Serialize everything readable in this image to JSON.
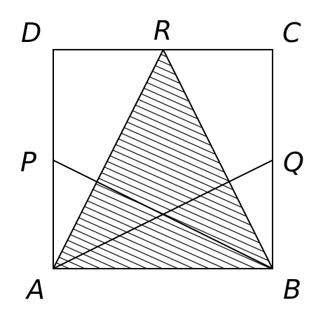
{
  "figure": {
    "labels": {
      "D": "D",
      "R": "R",
      "C": "C",
      "P": "P",
      "Q": "Q",
      "A": "A",
      "B": "B"
    },
    "colors": {
      "line": "#000000",
      "hatch": "#000000",
      "background": "#ffffff"
    }
  }
}
